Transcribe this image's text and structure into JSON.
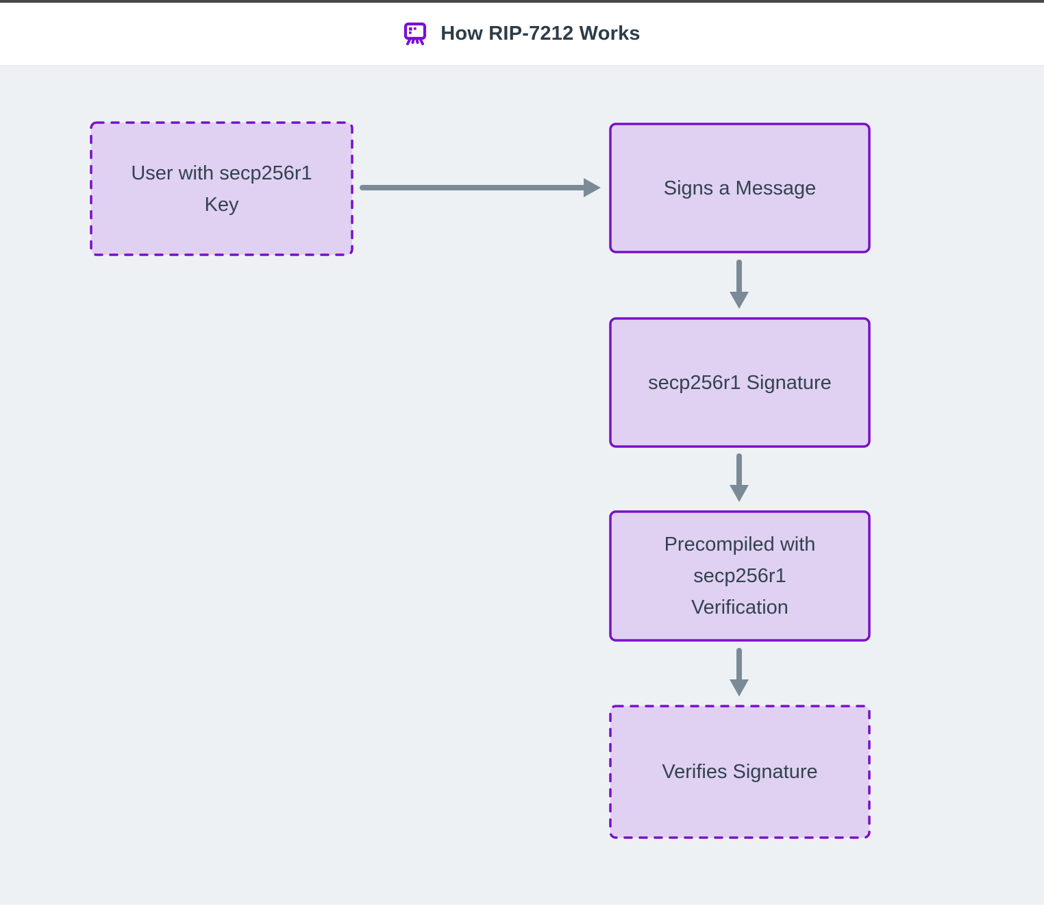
{
  "header": {
    "title": "How RIP-7212 Works",
    "icon": "whiteboard-icon"
  },
  "diagram": {
    "type": "flowchart",
    "nodes": [
      {
        "id": "user-key",
        "label": "User with secp256r1\nKey",
        "shape": "dashed-rect"
      },
      {
        "id": "signs-message",
        "label": "Signs a Message",
        "shape": "solid-rect"
      },
      {
        "id": "signature",
        "label": "secp256r1 Signature",
        "shape": "solid-rect"
      },
      {
        "id": "precompile",
        "label": "Precompiled with\nsecp256r1\nVerification",
        "shape": "solid-rect"
      },
      {
        "id": "verifies",
        "label": "Verifies Signature",
        "shape": "dashed-rect"
      }
    ],
    "edges": [
      {
        "from": "user-key",
        "to": "signs-message"
      },
      {
        "from": "signs-message",
        "to": "signature"
      },
      {
        "from": "signature",
        "to": "precompile"
      },
      {
        "from": "precompile",
        "to": "verifies"
      }
    ],
    "colors": {
      "node_fill": "#e0d1f2",
      "node_border": "#7a10c8",
      "arrow": "#7b8a97",
      "node_text": "#33424f",
      "canvas_background": "#edf1f4",
      "header_background": "#ffffff",
      "top_strip": "#474747",
      "icon_purple": "#7b0fd6"
    }
  }
}
